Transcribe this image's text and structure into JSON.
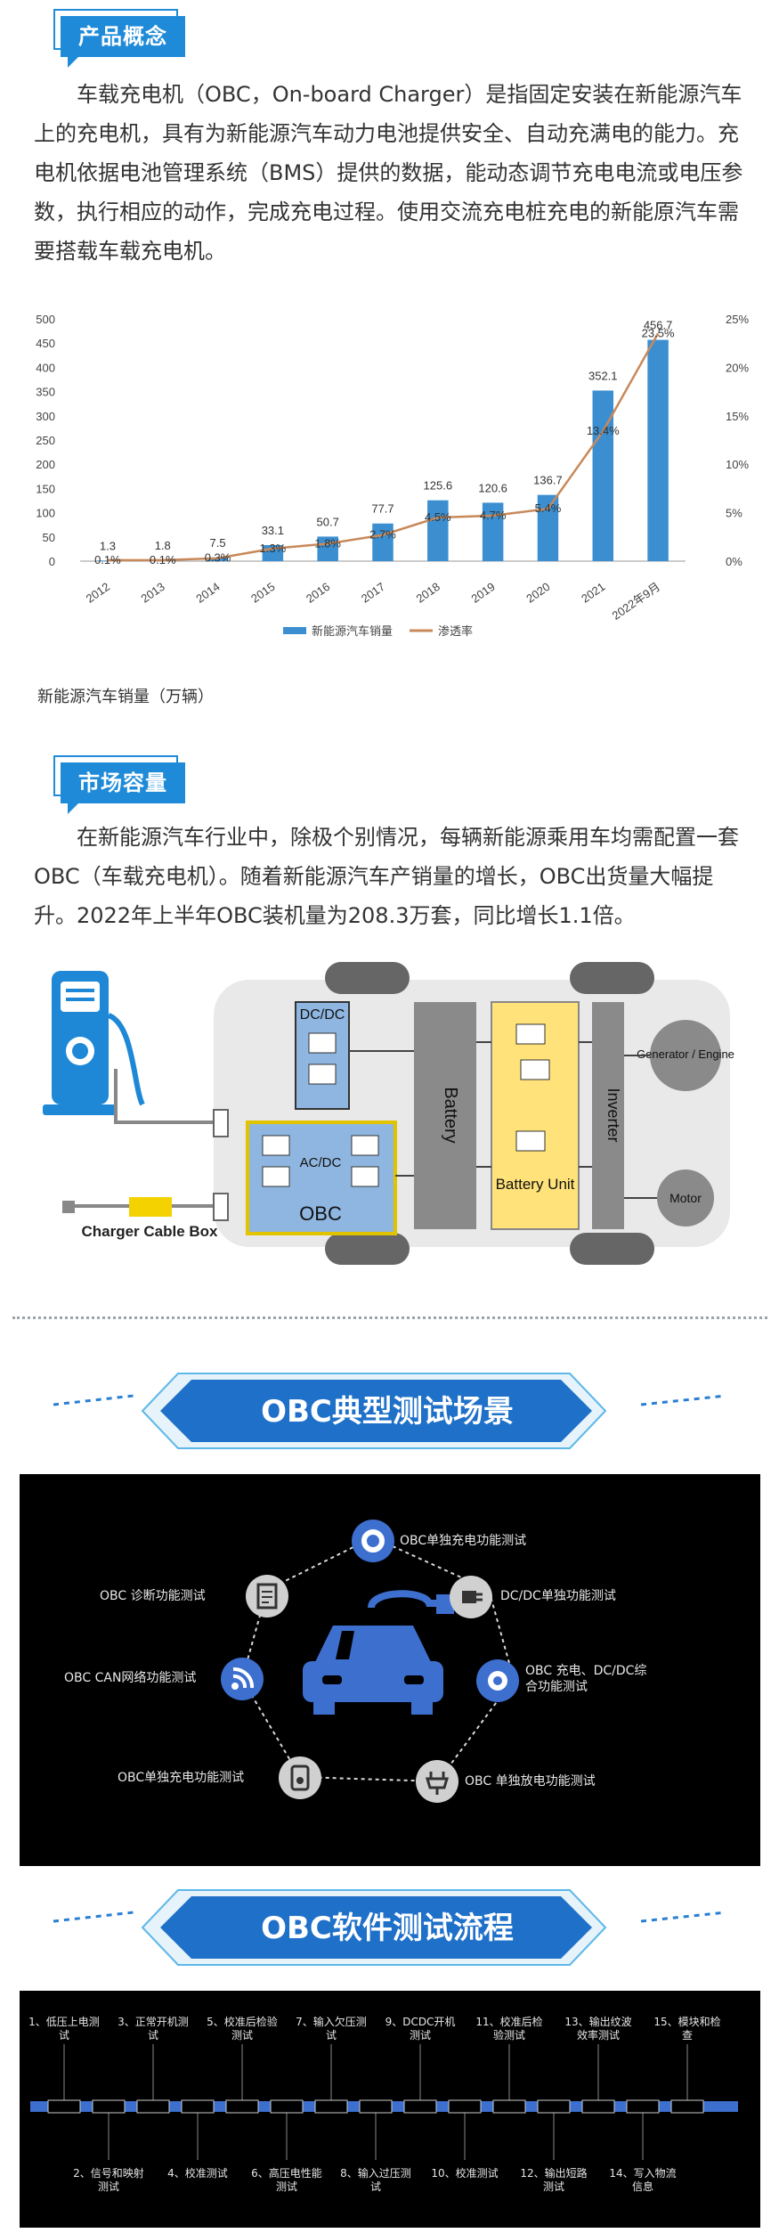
{
  "section1": {
    "tag": "产品概念",
    "paragraph": "车载充电机（OBC，On-board Charger）是指固定安装在新能源汽车上的充电机，具有为新能源汽车动力电池提供安全、自动充满电的能力。充电机依据电池管理系统（BMS）提供的数据，能动态调节充电电流或电压参数，执行相应的动作，完成充电过程。使用交流充电桩充电的新能原汽车需要搭载车载充电机。"
  },
  "chart_data": {
    "type": "bar",
    "categories": [
      "2012",
      "2013",
      "2014",
      "2015",
      "2016",
      "2017",
      "2018",
      "2019",
      "2020",
      "2021",
      "2022年9月"
    ],
    "series": [
      {
        "name": "新能源汽车销量",
        "type": "bar",
        "axis": "left",
        "values": [
          1.3,
          1.8,
          7.5,
          33.1,
          50.7,
          77.7,
          125.6,
          120.6,
          136.7,
          352.1,
          456.7
        ],
        "labels": [
          "1.3",
          "1.8",
          "7.5",
          "33.1",
          "50.7",
          "77.7",
          "125.6",
          "120.6",
          "136.7",
          "352.1",
          "456.7"
        ]
      },
      {
        "name": "渗透率",
        "type": "line",
        "axis": "right",
        "values": [
          0.1,
          0.1,
          0.3,
          1.3,
          1.8,
          2.7,
          4.5,
          4.7,
          5.4,
          13.4,
          23.5
        ],
        "labels": [
          "0.1%",
          "0.1%",
          "0.3%",
          "1.3%",
          "1.8%",
          "2.7%",
          "4.5%",
          "4.7%",
          "5.4%",
          "13.4%",
          "23.5%"
        ]
      }
    ],
    "ylim": [
      0,
      500
    ],
    "yticks": [
      "0",
      "50",
      "100",
      "150",
      "200",
      "250",
      "300",
      "350",
      "400",
      "450",
      "500"
    ],
    "y2lim": [
      0,
      25
    ],
    "y2ticks": [
      "0%",
      "5%",
      "10%",
      "15%",
      "20%",
      "25%"
    ],
    "legend_position": "bottom",
    "grid": false,
    "colors": {
      "bar": "#3b8fd1",
      "line": "#c8895a"
    }
  },
  "chart_caption": "新能源汽车销量（万辆）",
  "section2": {
    "tag": "市场容量",
    "paragraph": "在新能源汽车行业中，除极个别情况，每辆新能源乘用车均需配置一套OBC（车载充电机）。随着新能源汽车产销量的增长，OBC出货量大幅提升。2022年上半年OBC装机量为208.3万套，同比增长1.1倍。"
  },
  "diagram": {
    "dcdc": "DC/DC",
    "acdc": "AC/DC",
    "obc": "OBC",
    "battery": "Battery",
    "battery_unit": "Battery Unit",
    "inverter": "Inverter",
    "generator": "Generator / Engine",
    "motor": "Motor",
    "charger_cable_box": "Charger Cable Box"
  },
  "banner1": {
    "title": "OBC典型测试场景"
  },
  "scenarios": [
    {
      "label": "OBC单独充电功能测试",
      "icon": "gear-icon"
    },
    {
      "label": "DC/DC单独功能测试",
      "icon": "plug-icon"
    },
    {
      "label": "OBC 充电、DC/DC综合功能测试",
      "icon": "globe-icon"
    },
    {
      "label": "OBC 单独放电功能测试",
      "icon": "charging-plug-icon"
    },
    {
      "label": "OBC单独充电功能测试",
      "icon": "meter-icon"
    },
    {
      "label": "OBC CAN网络功能测试",
      "icon": "signal-icon"
    },
    {
      "label": "OBC 诊断功能测试",
      "icon": "report-icon"
    }
  ],
  "banner2": {
    "title": "OBC软件测试流程"
  },
  "flow_steps_top": [
    "1、低压上电测试",
    "3、正常开机测试",
    "5、校准后检验测试",
    "7、输入欠压测试",
    "9、DCDC开机测试",
    "11、校准后检验测试",
    "13、输出纹波效率测试",
    "15、模块和检查"
  ],
  "flow_steps_bottom": [
    "2、信号和映射测试",
    "4、校准测试",
    "6、高压电性能测试",
    "8、输入过压测试",
    "10、校准测试",
    "12、输出短路测试",
    "14、写入物流信息"
  ]
}
